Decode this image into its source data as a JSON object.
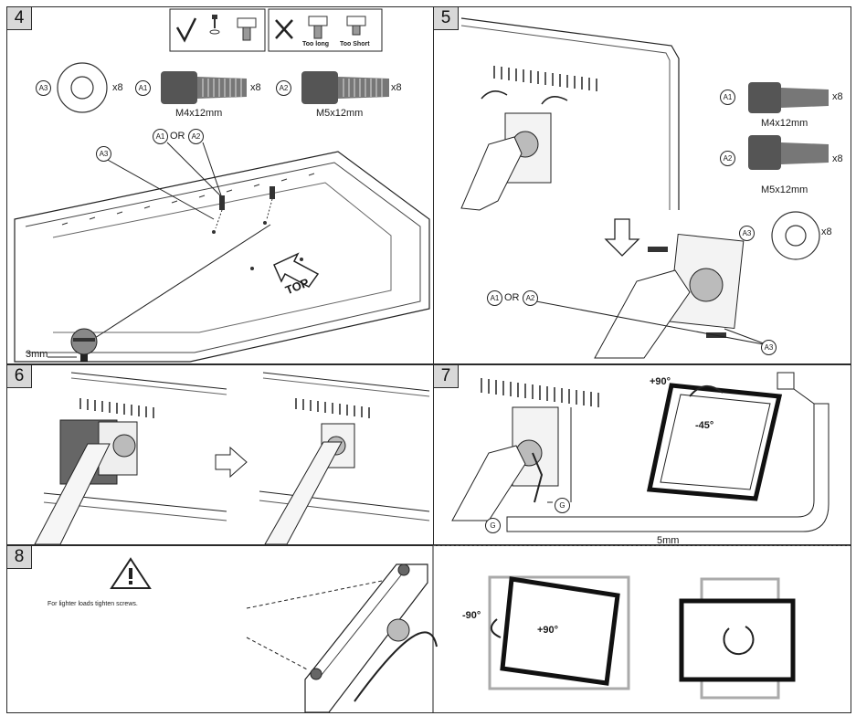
{
  "steps": {
    "s4": "4",
    "s5": "5",
    "s6": "6",
    "s7": "7",
    "s8": "8"
  },
  "parts": {
    "a1": "A1",
    "a2": "A2",
    "a3": "A3",
    "g": "G",
    "qty": "x8",
    "m4": "M4x12mm",
    "m5": "M5x12mm",
    "or": "OR"
  },
  "panel4": {
    "too_long": "Too long",
    "too_short": "Too Short",
    "top": "TOP",
    "gap": "3mm"
  },
  "panel7": {
    "plus90": "+90°",
    "minus45": "-45°",
    "gap": "5mm"
  },
  "panel8": {
    "note": "For lighter loads tighten screws.",
    "minus90": "-90°",
    "plus90": "+90°"
  }
}
